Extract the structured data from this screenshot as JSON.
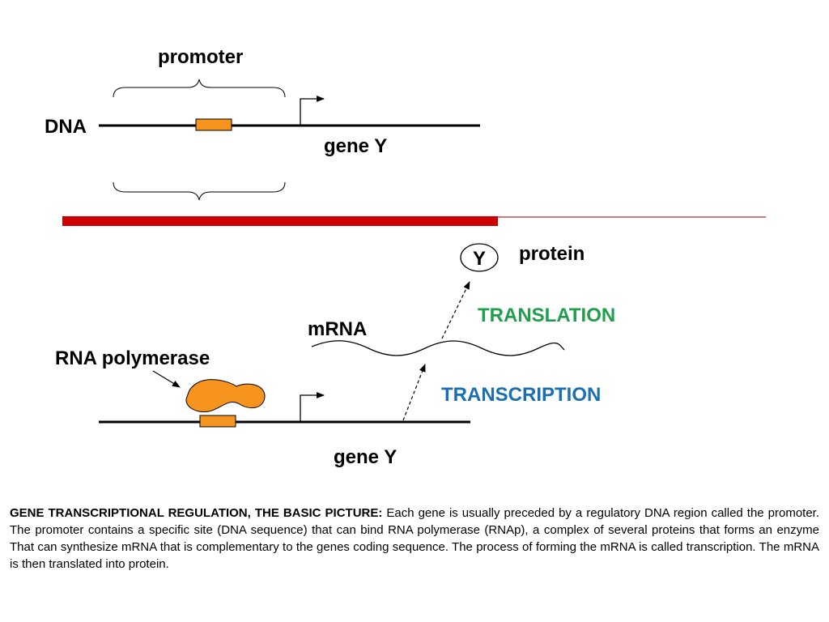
{
  "diagram": {
    "top": {
      "promoter_label": "promoter",
      "dna_label": "DNA",
      "gene_label": "gene Y"
    },
    "bottom": {
      "protein_symbol": "Y",
      "protein_label": "protein",
      "translation_label": "TRANSLATION",
      "mrna_label": "mRNA",
      "rnap_label": "RNA polymerase",
      "transcription_label": "TRANSCRIPTION",
      "gene_label": "gene Y"
    },
    "colors": {
      "promoter_box": "#f7941d",
      "divider_thick": "#cc0000",
      "divider_thin": "#c0504d",
      "translation": "#1f9e4b",
      "transcription": "#1a6fb3"
    }
  },
  "caption": {
    "heading": "GENE TRANSCRIPTIONAL REGULATION, THE BASIC PICTURE:",
    "body": " Each gene is usually  preceded by  a  regulatory DNA region called the promoter. The promoter contains a specific site (DNA sequence) that can bind RNA polymerase (RNAp), a complex of several proteins that forms an enzyme That can synthesize mRNA  that is complementary to the genes coding sequence. The process of forming the mRNA is called transcription. The mRNA is then translated into protein."
  }
}
